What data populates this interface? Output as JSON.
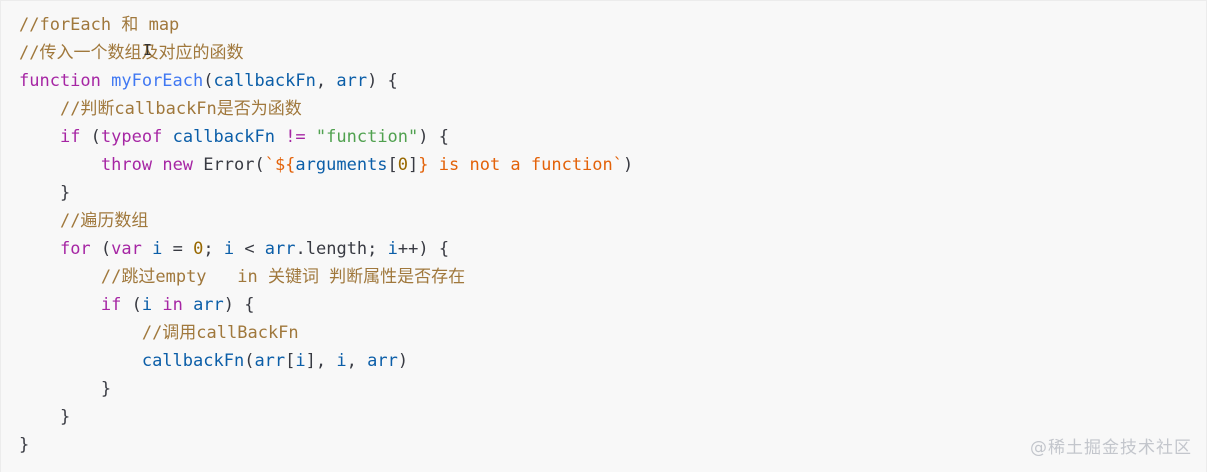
{
  "code_lines": [
    [
      {
        "t": "//forEach 和 map",
        "c": "c"
      }
    ],
    [
      {
        "t": "//传入一个数组及对应的函数",
        "c": "c"
      }
    ],
    [
      {
        "t": "function ",
        "c": "k"
      },
      {
        "t": "myForEach",
        "c": "f"
      },
      {
        "t": "(",
        "c": "p"
      },
      {
        "t": "callbackFn",
        "c": "v"
      },
      {
        "t": ", ",
        "c": "p"
      },
      {
        "t": "arr",
        "c": "v"
      },
      {
        "t": ") {",
        "c": "p"
      }
    ],
    [
      {
        "t": "    ",
        "c": "p"
      },
      {
        "t": "//判断callbackFn是否为函数",
        "c": "c"
      }
    ],
    [
      {
        "t": "    ",
        "c": "p"
      },
      {
        "t": "if",
        "c": "k"
      },
      {
        "t": " (",
        "c": "p"
      },
      {
        "t": "typeof",
        "c": "k"
      },
      {
        "t": " ",
        "c": "p"
      },
      {
        "t": "callbackFn",
        "c": "v"
      },
      {
        "t": " != ",
        "c": "k"
      },
      {
        "t": "\"function\"",
        "c": "s"
      },
      {
        "t": ") {",
        "c": "p"
      }
    ],
    [
      {
        "t": "        ",
        "c": "p"
      },
      {
        "t": "throw",
        "c": "k"
      },
      {
        "t": " ",
        "c": "p"
      },
      {
        "t": "new",
        "c": "k"
      },
      {
        "t": " Error(",
        "c": "p"
      },
      {
        "t": "`${",
        "c": "t"
      },
      {
        "t": "arguments",
        "c": "v"
      },
      {
        "t": "[",
        "c": "p"
      },
      {
        "t": "0",
        "c": "n"
      },
      {
        "t": "]",
        "c": "p"
      },
      {
        "t": "} is not a function`",
        "c": "t"
      },
      {
        "t": ")",
        "c": "p"
      }
    ],
    [
      {
        "t": "    }",
        "c": "p"
      }
    ],
    [
      {
        "t": "    ",
        "c": "p"
      },
      {
        "t": "//遍历数组",
        "c": "c"
      }
    ],
    [
      {
        "t": "    ",
        "c": "p"
      },
      {
        "t": "for",
        "c": "k"
      },
      {
        "t": " (",
        "c": "p"
      },
      {
        "t": "var",
        "c": "k"
      },
      {
        "t": " ",
        "c": "p"
      },
      {
        "t": "i",
        "c": "v"
      },
      {
        "t": " = ",
        "c": "p"
      },
      {
        "t": "0",
        "c": "n"
      },
      {
        "t": "; ",
        "c": "p"
      },
      {
        "t": "i",
        "c": "v"
      },
      {
        "t": " < ",
        "c": "p"
      },
      {
        "t": "arr",
        "c": "v"
      },
      {
        "t": ".length; ",
        "c": "p"
      },
      {
        "t": "i",
        "c": "v"
      },
      {
        "t": "++) {",
        "c": "p"
      }
    ],
    [
      {
        "t": "        ",
        "c": "p"
      },
      {
        "t": "//跳过empty   in 关键词 判断属性是否存在",
        "c": "c"
      }
    ],
    [
      {
        "t": "        ",
        "c": "p"
      },
      {
        "t": "if",
        "c": "k"
      },
      {
        "t": " (",
        "c": "p"
      },
      {
        "t": "i",
        "c": "v"
      },
      {
        "t": " in ",
        "c": "k"
      },
      {
        "t": "arr",
        "c": "v"
      },
      {
        "t": ") {",
        "c": "p"
      }
    ],
    [
      {
        "t": "            ",
        "c": "p"
      },
      {
        "t": "//调用callBackFn",
        "c": "c"
      }
    ],
    [
      {
        "t": "            ",
        "c": "p"
      },
      {
        "t": "callbackFn",
        "c": "v"
      },
      {
        "t": "(",
        "c": "p"
      },
      {
        "t": "arr",
        "c": "v"
      },
      {
        "t": "[",
        "c": "p"
      },
      {
        "t": "i",
        "c": "v"
      },
      {
        "t": "], ",
        "c": "p"
      },
      {
        "t": "i",
        "c": "v"
      },
      {
        "t": ", ",
        "c": "p"
      },
      {
        "t": "arr",
        "c": "v"
      },
      {
        "t": ")",
        "c": "p"
      }
    ],
    [
      {
        "t": "        }",
        "c": "p"
      }
    ],
    [
      {
        "t": "    }",
        "c": "p"
      }
    ],
    [
      {
        "t": "}",
        "c": "p"
      }
    ]
  ],
  "cursor_glyph": "I",
  "watermark": "@稀土掘金技术社区",
  "colors": {
    "background": "#f8f8f8",
    "comment": "#a0783c",
    "keyword": "#a626a4",
    "function_name": "#4078f2",
    "identifier": "#0b5ea8",
    "string": "#50a14f",
    "template": "#e36209"
  }
}
